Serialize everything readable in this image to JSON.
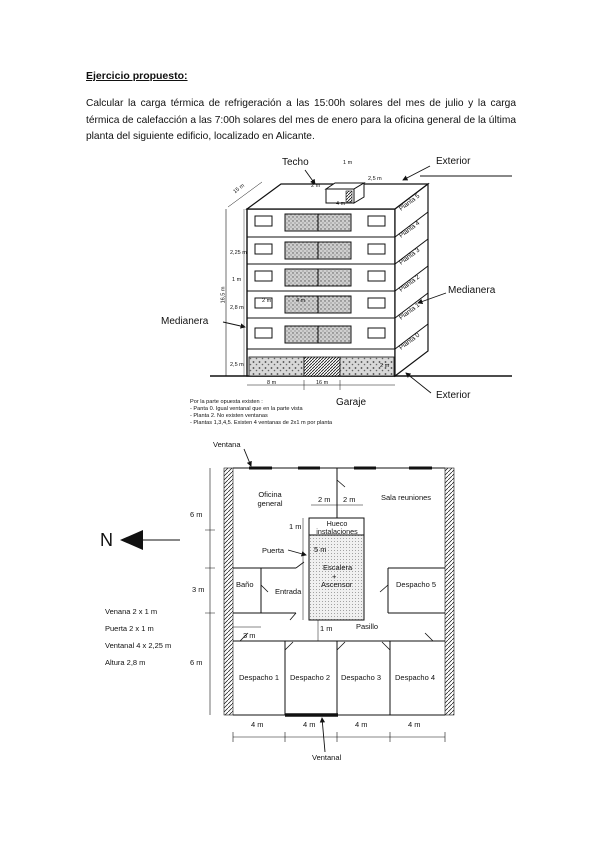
{
  "heading": "Ejercicio propuesto:",
  "statement": "Calcular la carga térmica de refrigeración a las 15:00h solares del mes de julio y la carga térmica de calefacción a las 7:00h solares del mes de enero para la oficina general de la última planta del siguiente edificio, localizado en Alicante.",
  "building": {
    "labels": {
      "techo": "Techo",
      "exterior_top": "Exterior",
      "medianera_left": "Medianera",
      "medianera_right": "Medianera",
      "exterior_bottom": "Exterior",
      "garaje": "Garaje"
    },
    "floors": [
      "Planta 5",
      "Planta 4",
      "Planta 3",
      "Planta 2",
      "Planta 1",
      "Planta 0"
    ],
    "dims": {
      "roof_w": "1 m",
      "roof_h": "2 m",
      "roof_d": "2,5 m",
      "roof_l": "4 m",
      "depth": "15 m",
      "floor_h": "2,25 m",
      "win_1m": "1 m",
      "total_h": "16,5 m",
      "floor_28": "2,8 m",
      "win_2m": "2 m",
      "win_4m": "4 m",
      "ground_h": "2,5 m",
      "garage_2m": "2 m",
      "front_8m": "8 m",
      "front_16m": "16 m"
    },
    "notes": [
      "Por la parte opuesta existen :",
      "- Panta 0. Igual ventanal que en la parte vista",
      "- Planta 2. No existen ventanas",
      "- Plantas 1,3,4,5. Existen 4 ventanas de 2x1 m por planta"
    ]
  },
  "plan": {
    "ventana": "Ventana",
    "ventanal": "Ventanal",
    "north": "N",
    "rooms": {
      "oficina": "Oficina general",
      "sala": "Sala reuniones",
      "hueco": "Hueco instalaciones",
      "escalera": "Escalera",
      "plus": "+",
      "ascensor": "Ascensor",
      "bano": "Baño",
      "entrada": "Entrada",
      "puerta": "Puerta",
      "pasillo": "Pasillo",
      "despacho1": "Despacho 1",
      "despacho2": "Despacho 2",
      "despacho3": "Despacho 3",
      "despacho4": "Despacho 4",
      "despacho5": "Despacho 5"
    },
    "dims": {
      "d6m_top": "6 m",
      "d3m_left": "3 m",
      "d6m_bottom": "6 m",
      "d2m_a": "2 m",
      "d2m_b": "2 m",
      "d1m_hueco": "1 m",
      "d5m": "5 m",
      "d3m_bano": "3 m",
      "d1m_pasillo": "1 m",
      "d4m_a": "4 m",
      "d4m_b": "4 m",
      "d4m_c": "4 m",
      "d4m_d": "4 m"
    },
    "legend": [
      "Venana 2 x 1 m",
      "Puerta 2 x 1 m",
      "Ventanal 4 x 2,25 m",
      "Altura 2,8 m"
    ]
  }
}
